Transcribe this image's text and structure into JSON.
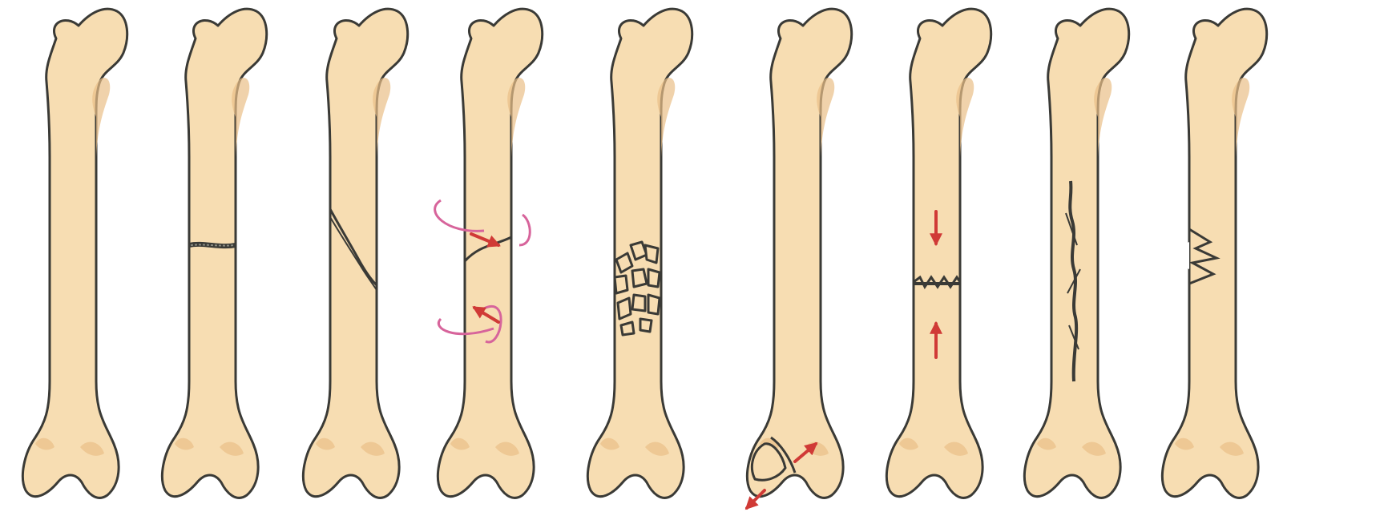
{
  "colors": {
    "background": "#ffffff",
    "bone_fill": "#f7ddb2",
    "bone_shade": "#e9bf88",
    "outline": "#3a3a36",
    "arrow": "#d03a36",
    "twist_line": "#d7649b"
  },
  "bones": [
    {
      "fracture": "none"
    },
    {
      "fracture": "transverse"
    },
    {
      "fracture": "oblique"
    },
    {
      "fracture": "spiral"
    },
    {
      "fracture": "comminuted"
    },
    {
      "fracture": "avulsion"
    },
    {
      "fracture": "compression"
    },
    {
      "fracture": "longitudinal"
    },
    {
      "fracture": "greenstick"
    }
  ]
}
